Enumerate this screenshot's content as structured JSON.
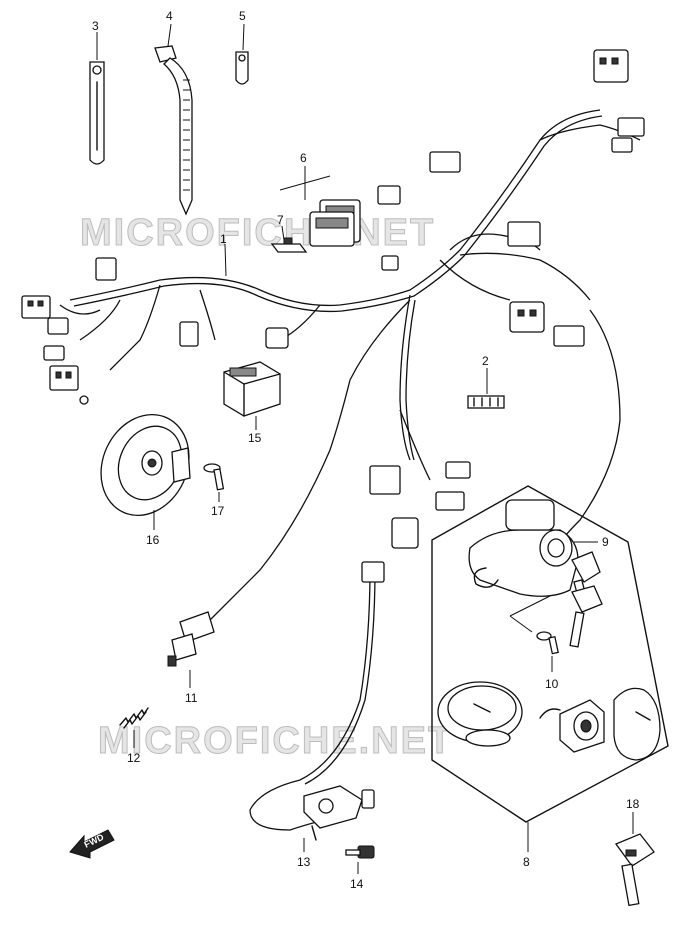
{
  "watermark": {
    "text_upper": "MICROFICHE.NET",
    "text_lower": "MICROFICHE.NET"
  },
  "fwd_label": "FWD",
  "callouts": {
    "p1": "1",
    "p2": "2",
    "p3": "3",
    "p4": "4",
    "p5": "5",
    "p6": "6",
    "p7": "7",
    "p8": "8",
    "p9": "9",
    "p10": "10",
    "p11": "11",
    "p12": "12",
    "p13": "13",
    "p14": "14",
    "p15": "15",
    "p16": "16",
    "p17": "17",
    "p18": "18"
  }
}
